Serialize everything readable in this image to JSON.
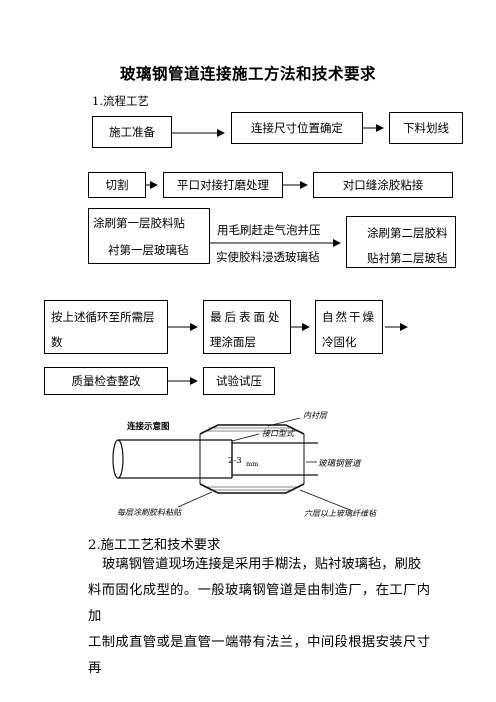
{
  "title": "玻璃钢管道连接施工方法和技术要求",
  "section1": "1.流程工艺",
  "flow": {
    "prep": "施工准备",
    "confirm": "连接尺寸位置确定",
    "mark": "下料划线",
    "cut": "切割",
    "grind": "平口对接打磨处理",
    "glue": "对口缝涂胶粘接",
    "layer1": [
      "涂刷第一层胶料贴",
      "衬第一层玻璃毡"
    ],
    "brush": [
      "用毛刷赶走气泡并压",
      "实使胶料浸透玻璃毡"
    ],
    "layer2": [
      "涂刷第二层胶料",
      "贴衬第二层玻毡"
    ],
    "repeat": [
      "按上述循环至所需层",
      "数"
    ],
    "surface": [
      "最后表面处",
      "理涂面层"
    ],
    "cure": [
      "自然干燥",
      "冷固化"
    ],
    "inspect": "质量检查整改",
    "test": "试验试压"
  },
  "figure": {
    "heading": "连接示意图",
    "labels": [
      "内衬层",
      "接口型式",
      "2-3",
      "mm",
      "玻璃钢管道",
      "每层涂刷胶料粘贴",
      "六层以上玻璃纤维毡"
    ]
  },
  "section2": "2.施工工艺和技术要求",
  "paragraph": [
    "玻璃钢管道现场连接是采用手糊法，贴衬玻璃毡，刷胶",
    "料而固化成型的。一般玻璃钢管道是由制造厂，在工厂内加",
    "工制成直管或是直管一端带有法兰，中间段根据安装尺寸再"
  ]
}
